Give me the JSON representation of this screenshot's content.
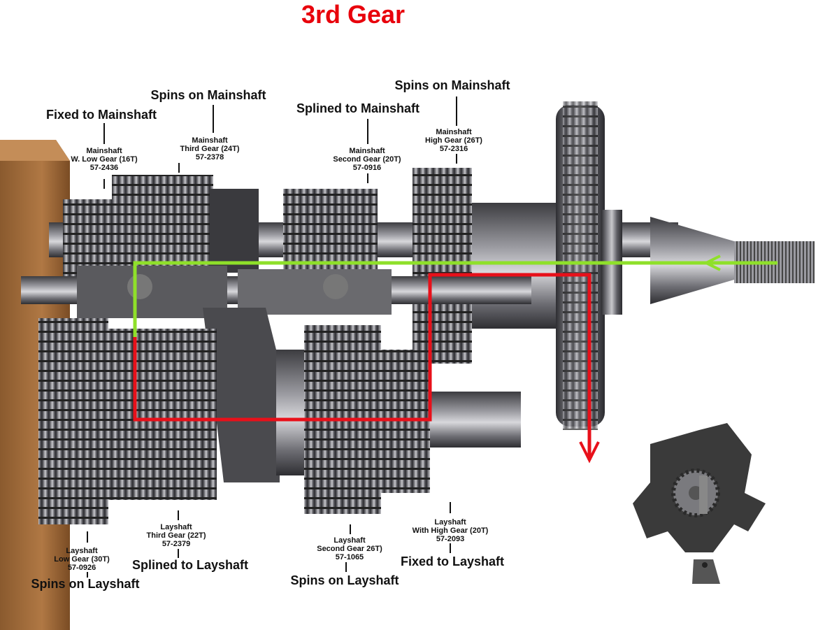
{
  "title": "3rd Gear",
  "colors": {
    "title": "#e8000b",
    "mainshaft_path": "#8fe02a",
    "layshaft_path": "#e8101a"
  },
  "labels": {
    "ms_low": {
      "role": "Fixed to Mainshaft",
      "name": "Mainshaft",
      "desc": "W. Low Gear (16T)",
      "part": "57-2436"
    },
    "ms_third": {
      "role": "Spins on Mainshaft",
      "name": "Mainshaft",
      "desc": "Third Gear (24T)",
      "part": "57-2378"
    },
    "ms_second": {
      "role": "Splined to Mainshaft",
      "name": "Mainshaft",
      "desc": "Second Gear (20T)",
      "part": "57-0916"
    },
    "ms_high": {
      "role": "Spins on Mainshaft",
      "name": "Mainshaft",
      "desc": "High Gear (26T)",
      "part": "57-2316"
    },
    "ls_low": {
      "role": "Spins on Layshaft",
      "name": "Layshaft",
      "desc": "Low Gear (30T)",
      "part": "57-0926"
    },
    "ls_third": {
      "role": "Splined to Layshaft",
      "name": "Layshaft",
      "desc": "Third Gear (22T)",
      "part": "57-2379"
    },
    "ls_second": {
      "role": "Spins on Layshaft",
      "name": "Layshaft",
      "desc": "Second Gear 26T)",
      "part": "57-1065"
    },
    "ls_high": {
      "role": "Fixed to Layshaft",
      "name": "Layshaft",
      "desc": "With High Gear (20T)",
      "part": "57-2093"
    }
  }
}
